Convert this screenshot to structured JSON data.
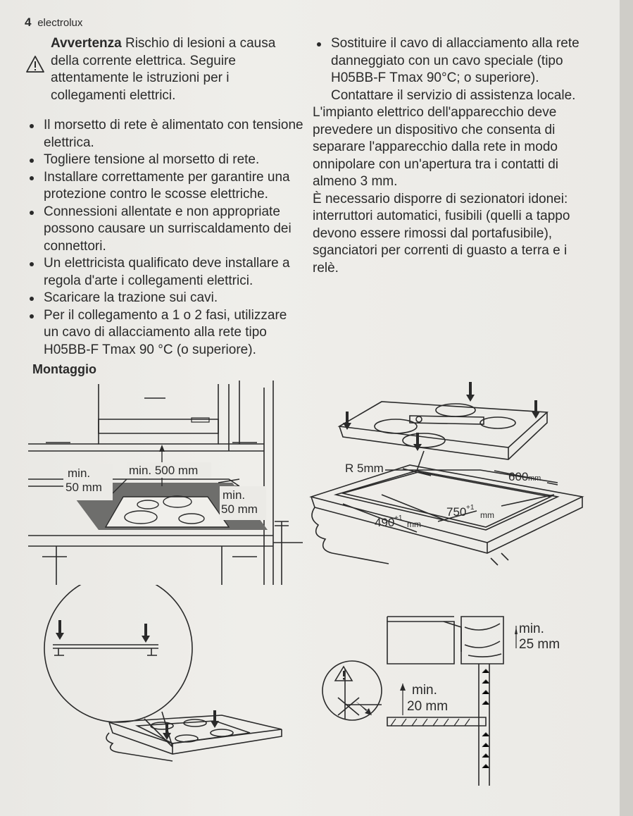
{
  "header": {
    "page_number": "4",
    "brand": "electrolux"
  },
  "warning": {
    "title": "Avvertenza",
    "text": "Rischio di lesioni a causa della corrente elettrica. Seguire attentamente le istruzioni per i collegamenti elettrici."
  },
  "left_bullets": [
    "Il morsetto di rete è alimentato con tensione elettrica.",
    "Togliere tensione al morsetto di rete.",
    "Installare correttamente per garantire una protezione contro le scosse elettriche.",
    "Connessioni allentate e non appropriate possono causare un surriscaldamento dei connettori.",
    "Un elettricista qualificato deve installare a regola d'arte i collegamenti elettrici.",
    "Scaricare la trazione sui cavi.",
    "Per il collegamento a 1 o 2 fasi, utilizzare un cavo di allacciamento alla rete tipo H05BB-F Tmax 90 °C (o superiore)."
  ],
  "right_bullets": [
    "Sostituire il cavo di allacciamento alla rete danneggiato con un cavo speciale (tipo H05BB-F Tmax 90°C; o superiore). Contattare il servizio di assistenza locale."
  ],
  "right_paragraphs": [
    "L'impianto elettrico dell'apparecchio deve prevedere un dispositivo che consenta di separare l'apparecchio dalla rete in modo onnipolare con un'apertura tra i contatti di almeno 3 mm.",
    "È necessario disporre di sezionatori idonei: interruttori automatici, fusibili (quelli a tappo devono essere rimossi dal portafusibile), sganciatori per correnti di guasto a terra e i relè."
  ],
  "section_title": "Montaggio",
  "figure1": {
    "min_label": "min.",
    "side_left": "50 mm",
    "top_clearance": "min. 500 mm",
    "side_right": "50 mm"
  },
  "figure2": {
    "radius": "R 5mm",
    "depth_label": "600",
    "depth_unit": "mm",
    "cutout_depth": "490",
    "cutout_width": "750",
    "tolerance": "+1",
    "unit": "mm"
  },
  "figure4": {
    "top_min": "min.",
    "top_value": "25 mm",
    "bottom_min": "min.",
    "bottom_value": "20 mm"
  }
}
